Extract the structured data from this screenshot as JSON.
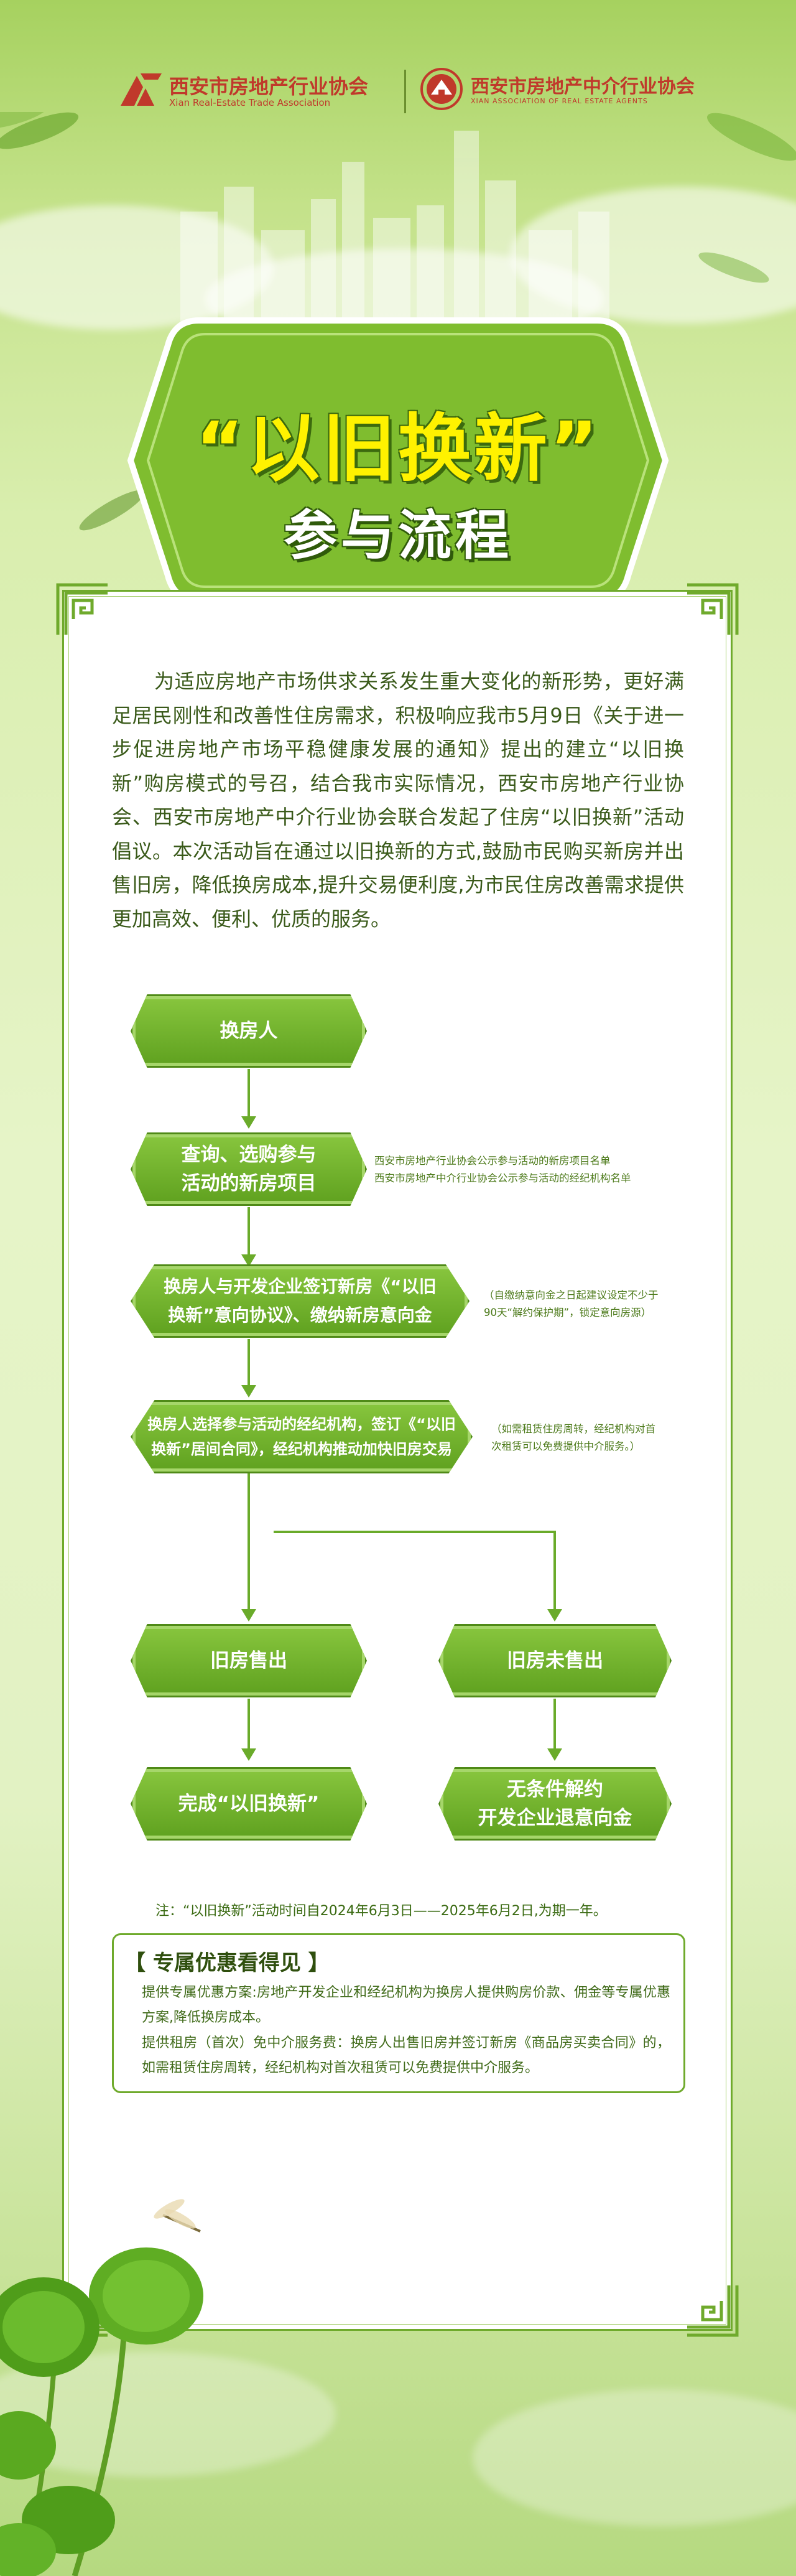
{
  "colors": {
    "primary": "#5fa11f",
    "title_yellow": "#fff200",
    "logo_red": "#c0392b"
  },
  "header": {
    "logo_left": {
      "name": "西安市房地产行业协会",
      "en": "Xian Real-Estate Trade Association"
    },
    "logo_right": {
      "name": "西安市房地产中介行业协会",
      "en": "XIAN ASSOCIATION OF REAL ESTATE AGENTS"
    }
  },
  "title": {
    "main": "“以旧换新”",
    "sub": "参与流程"
  },
  "intro": "为适应房地产市场供求关系发生重大变化的新形势，更好满足居民刚性和改善性住房需求，积极响应我市5月9日《关于进一步促进房地产市场平稳健康发展的通知》提出的建立“以旧换新”购房模式的号召，结合我市实际情况，西安市房地产行业协会、西安市房地产中介行业协会联合发起了住房“以旧换新”活动倡议。本次活动旨在通过以旧换新的方式,鼓励市民购买新房并出售旧房，降低换房成本,提升交易便利度,为市民住房改善需求提供更加高效、便利、优质的服务。",
  "flow": {
    "step1": "换房人",
    "step2": "查询、选购参与\n活动的新房项目",
    "step2_note": "西安市房地产行业协会公示参与活动的新房项目名单\n西安市房地产中介行业协会公示参与活动的经纪机构名单",
    "step3": "换房人与开发企业签订新房《“以旧\n换新”意向协议》、缴纳新房意向金",
    "step3_note": "（自缴纳意向金之日起建议设定不少于\n90天“解约保护期”，锁定意向房源）",
    "step4": "换房人选择参与活动的经纪机构，签订《“以旧\n换新”居间合同》，经纪机构推动加快旧房交易",
    "step4_note": "（如需租赁住房周转，经纪机构对首\n次租赁可以免费提供中介服务。）",
    "sold": "旧房售出",
    "unsold": "旧房未售出",
    "done": "完成“以旧换新”",
    "cancel": "无条件解约\n开发企业退意向金"
  },
  "footnote": "注：“以旧换新”活动时间自2024年6月3日——2025年6月2日,为期一年。",
  "benefits": {
    "title": "【 专属优惠看得见 】",
    "line1": "提供专属优惠方案:房地产开发企业和经纪机构为换房人提供购房价款、佣金等专属优惠方案,降低换房成本。",
    "line2": "提供租房（首次）免中介服务费：换房人出售旧房并签订新房《商品房买卖合同》的，如需租赁住房周转，经纪机构对首次租赁可以免费提供中介服务。"
  }
}
